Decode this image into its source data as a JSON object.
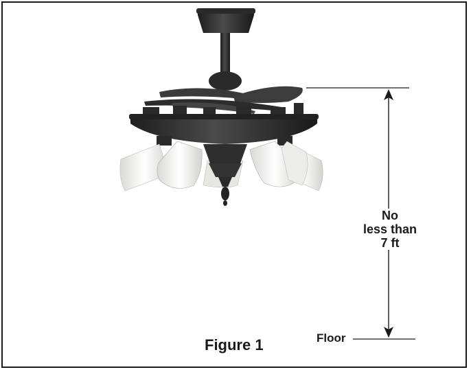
{
  "clearance": {
    "line1": "No",
    "line2": "less than",
    "line3": "7 ft"
  },
  "floor_label": "Floor",
  "figure_caption": "Figure 1",
  "colors": {
    "ink": "#1a1a1a",
    "fan_body": "#2e2e2e",
    "shade": "#f2f2f0"
  },
  "icons": [
    "ceiling-fan-illustration",
    "clearance-arrow"
  ]
}
